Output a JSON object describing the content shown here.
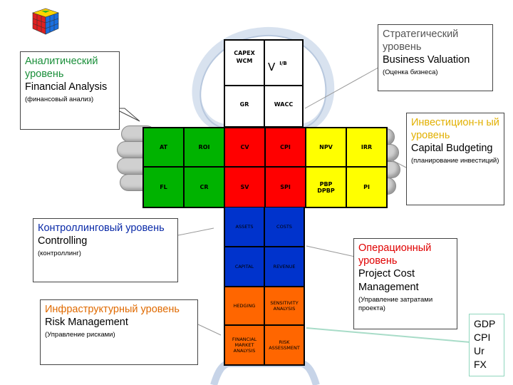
{
  "head": {
    "row1": [
      "CAPEX\nWCM",
      "V",
      "GR",
      "WACC"
    ],
    "v_sup": "I/B"
  },
  "grid": {
    "row1": [
      "AT",
      "ROI",
      "CV",
      "CPI",
      "NPV",
      "IRR"
    ],
    "row2": [
      "FL",
      "CR",
      "SV",
      "SPI",
      "PBP\nDPBP",
      "PI"
    ]
  },
  "body": {
    "blue": [
      "ASSETS",
      "COSTS",
      "CAPITAL",
      "REVENUE"
    ],
    "orange": [
      "HEDGING",
      "SENSITIVITY ANALYSIS",
      "FINANCIAL MARKET ANALYSIS",
      "RISK ASSESSMENT"
    ]
  },
  "callouts": {
    "analytic": {
      "title": "Аналитический уровень",
      "en": "Financial Analysis",
      "ru": "(финансовый анализ)"
    },
    "strategic": {
      "title": "Стратегический уровень",
      "en": "Business Valuation",
      "ru": "(Оценка бизнеса)"
    },
    "invest": {
      "title": "Инвестицион-н ый уровень",
      "en": "Capital Budgeting",
      "ru": "(планирование инвестиций)"
    },
    "control": {
      "title": "Контроллинговый уровень",
      "en": "Controlling",
      "ru": "(контроллинг)"
    },
    "oper": {
      "title": "Операционный уровень",
      "en": "Project Cost Management",
      "ru": "(Управление затратами проекта)"
    },
    "infra": {
      "title": "Инфраструктурный уровень",
      "en": "Risk Management",
      "ru": "(Управление рисками)"
    }
  },
  "macro": [
    "GDP",
    "CPI",
    "Ur",
    "FX"
  ],
  "colors": {
    "green": "#00b300",
    "red": "#ff0000",
    "yellow": "#ffff00",
    "blue": "#0033cc",
    "orange": "#ff6600"
  }
}
